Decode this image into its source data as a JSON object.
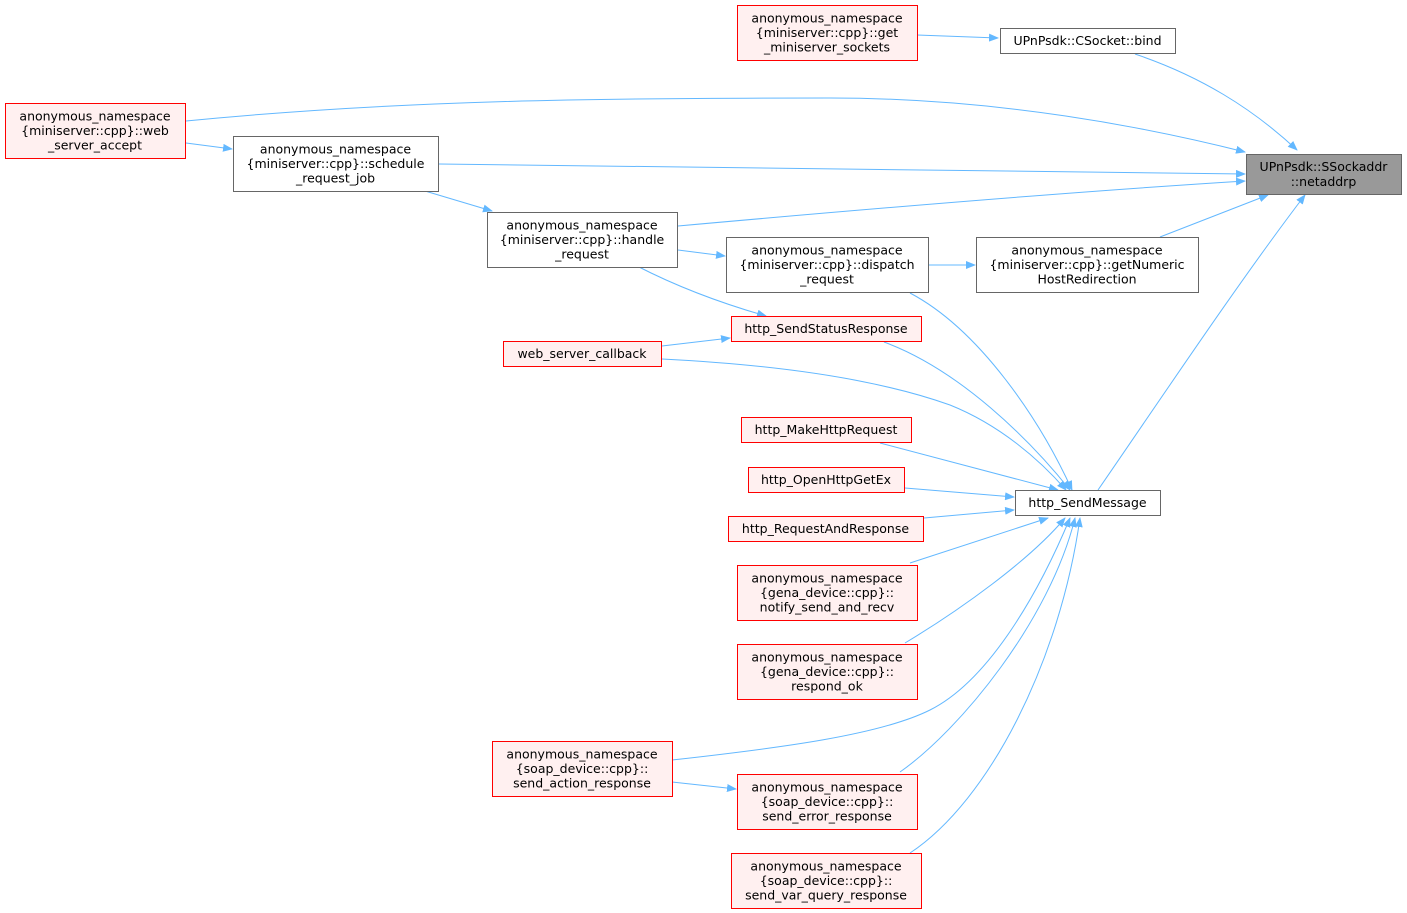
{
  "colors": {
    "edge": "#63b8ff",
    "node_normal_fill": "#ffffff",
    "node_normal_stroke": "#666666",
    "node_caller_fill": "#fff0f0",
    "node_caller_stroke": "#ff0000",
    "node_target_fill": "#999999",
    "node_target_stroke": "#666666"
  },
  "nodes": {
    "netaddrp": {
      "lines": [
        "UPnPsdk::SSockaddr",
        "::netaddrp"
      ],
      "kind": "target"
    },
    "bind": {
      "lines": [
        "UPnPsdk::CSocket::bind"
      ],
      "kind": "normal"
    },
    "get_miniserver_sockets": {
      "lines": [
        "anonymous_namespace",
        "{miniserver::cpp}::get",
        "_miniserver_sockets"
      ],
      "kind": "caller"
    },
    "web_server_accept": {
      "lines": [
        "anonymous_namespace",
        "{miniserver::cpp}::web",
        "_server_accept"
      ],
      "kind": "caller"
    },
    "schedule_request_job": {
      "lines": [
        "anonymous_namespace",
        "{miniserver::cpp}::schedule",
        "_request_job"
      ],
      "kind": "normal"
    },
    "handle_request": {
      "lines": [
        "anonymous_namespace",
        "{miniserver::cpp}::handle",
        "_request"
      ],
      "kind": "normal"
    },
    "dispatch_request": {
      "lines": [
        "anonymous_namespace",
        "{miniserver::cpp}::dispatch",
        "_request"
      ],
      "kind": "normal"
    },
    "getNumericHostRedirection": {
      "lines": [
        "anonymous_namespace",
        "{miniserver::cpp}::getNumeric",
        "HostRedirection"
      ],
      "kind": "normal"
    },
    "http_SendStatusResponse": {
      "lines": [
        "http_SendStatusResponse"
      ],
      "kind": "caller"
    },
    "web_server_callback": {
      "lines": [
        "web_server_callback"
      ],
      "kind": "caller"
    },
    "http_MakeHttpRequest": {
      "lines": [
        "http_MakeHttpRequest"
      ],
      "kind": "caller"
    },
    "http_OpenHttpGetEx": {
      "lines": [
        "http_OpenHttpGetEx"
      ],
      "kind": "caller"
    },
    "http_RequestAndResponse": {
      "lines": [
        "http_RequestAndResponse"
      ],
      "kind": "caller"
    },
    "http_SendMessage": {
      "lines": [
        "http_SendMessage"
      ],
      "kind": "normal"
    },
    "notify_send_and_recv": {
      "lines": [
        "anonymous_namespace",
        "{gena_device::cpp}::",
        "notify_send_and_recv"
      ],
      "kind": "caller"
    },
    "respond_ok": {
      "lines": [
        "anonymous_namespace",
        "{gena_device::cpp}::",
        "respond_ok"
      ],
      "kind": "caller"
    },
    "send_action_response": {
      "lines": [
        "anonymous_namespace",
        "{soap_device::cpp}::",
        "send_action_response"
      ],
      "kind": "caller"
    },
    "send_error_response": {
      "lines": [
        "anonymous_namespace",
        "{soap_device::cpp}::",
        "send_error_response"
      ],
      "kind": "caller"
    },
    "send_var_query_response": {
      "lines": [
        "anonymous_namespace",
        "{soap_device::cpp}::",
        "send_var_query_response"
      ],
      "kind": "caller"
    }
  }
}
